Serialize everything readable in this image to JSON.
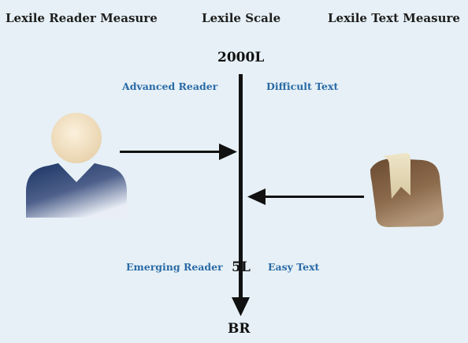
{
  "headers": {
    "left": "Lexile Reader Measure",
    "center": "Lexile Scale",
    "right": "Lexile Text Measure"
  },
  "scale": {
    "top_label": "2000L",
    "mid_label": "5L",
    "bottom_label": "BR"
  },
  "annotations": {
    "advanced_reader": "Advanced Reader",
    "difficult_text": "Difficult Text",
    "emerging_reader": "Emerging Reader",
    "easy_text": "Easy Text"
  },
  "icons": {
    "reader": "person-icon",
    "text": "book-icon"
  },
  "colors": {
    "background": "#e6f0f6",
    "annotation": "#2a6aa6",
    "person_body": "#1f3a66",
    "book": "#7a5a3e"
  }
}
